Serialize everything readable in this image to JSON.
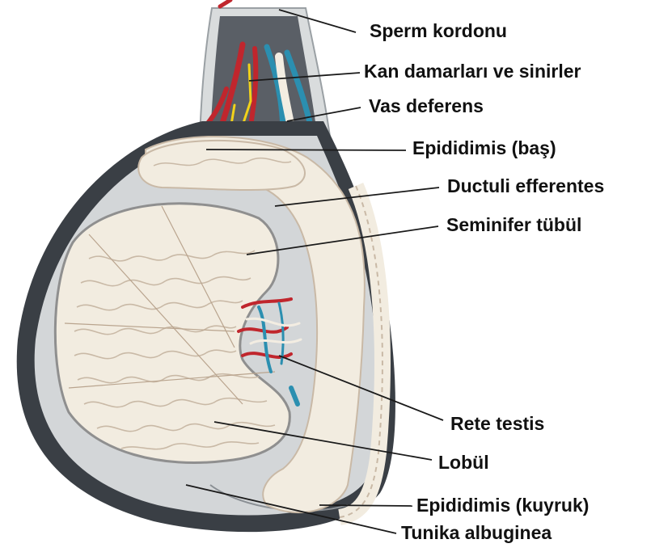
{
  "labels": {
    "sperm_cord": "Sperm kordonu",
    "vessels_nerves": "Kan damarları ve sinirler",
    "vas_deferens": "Vas deferens",
    "epididymis_head": "Epididimis (baş)",
    "ductuli_efferentes": "Ductuli efferentes",
    "seminiferous_tubule": "Seminifer tübül",
    "rete_testis": "Rete testis",
    "lobule": "Lobül",
    "epididymis_tail": "Epididimis (kuyruk)",
    "tunica_albuginea": "Tunika albuginea"
  },
  "colors": {
    "tissue_fill": "#f2ece0",
    "tissue_line": "#c9b9a6",
    "outer_wall": "#3a3f45",
    "cavity": "#cfd2d4",
    "artery": "#c0262d",
    "vein": "#2b8fb0",
    "nerve": "#f2d21a",
    "leader": "#1a1a1a"
  }
}
